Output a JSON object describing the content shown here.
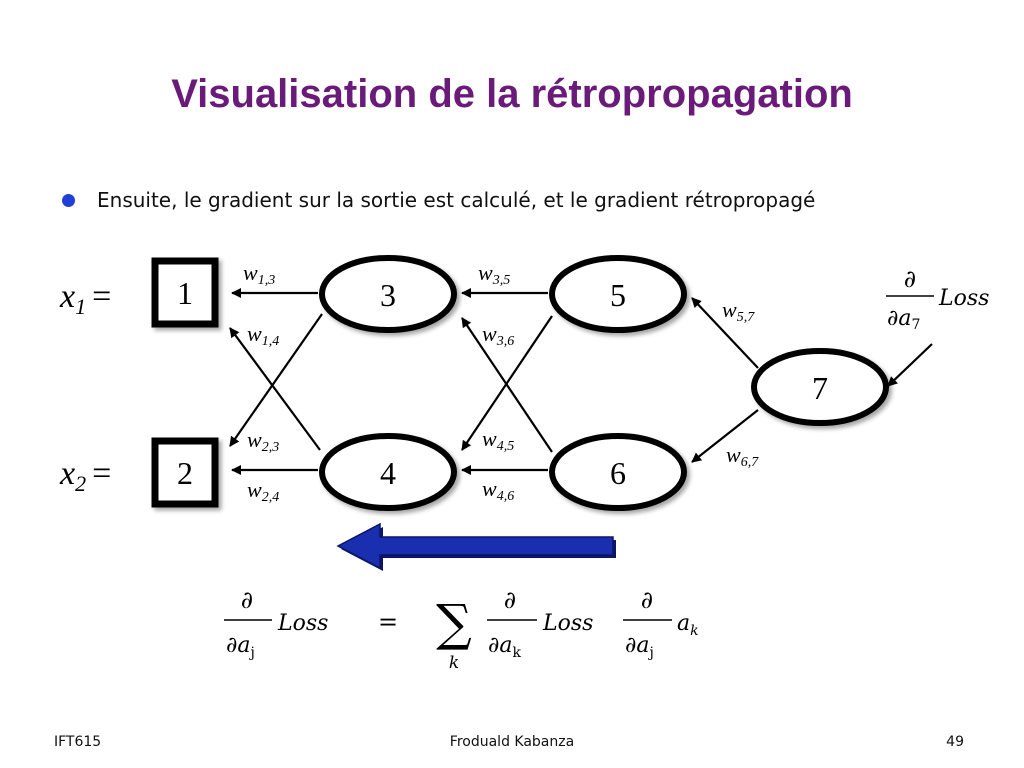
{
  "slide": {
    "title": "Visualisation de la rétropropagation",
    "bullet": "Ensuite, le gradient sur la sortie est calculé, et le gradient rétropropagé"
  },
  "diagram": {
    "inputs": [
      {
        "var": "x",
        "sub": "1",
        "eq": "=",
        "value": "1"
      },
      {
        "var": "x",
        "sub": "2",
        "eq": "=",
        "value": "2"
      }
    ],
    "nodes": [
      "3",
      "4",
      "5",
      "6",
      "7"
    ],
    "weights": [
      {
        "w": "w",
        "sub": "1,3"
      },
      {
        "w": "w",
        "sub": "1,4"
      },
      {
        "w": "w",
        "sub": "2,3"
      },
      {
        "w": "w",
        "sub": "2,4"
      },
      {
        "w": "w",
        "sub": "3,5"
      },
      {
        "w": "w",
        "sub": "3,6"
      },
      {
        "w": "w",
        "sub": "4,5"
      },
      {
        "w": "w",
        "sub": "4,6"
      },
      {
        "w": "w",
        "sub": "5,7"
      },
      {
        "w": "w",
        "sub": "6,7"
      }
    ],
    "output_gradient": {
      "num": "∂",
      "den": "∂a",
      "den_sub": "7",
      "loss": "Loss"
    },
    "colors": {
      "arrow_fill": "#1a2eb0",
      "arrow_edge": "#0d1566",
      "title": "#6a1b7a",
      "bullet": "#1f3fd6"
    }
  },
  "formula": {
    "num": "∂",
    "lhs_den": "∂a",
    "lhs_den_sub": "j",
    "loss": "Loss",
    "equals": "=",
    "sum": "∑",
    "sum_sub": "k",
    "mid_den": "∂a",
    "mid_den_sub": "k",
    "rhs_den": "∂a",
    "rhs_den_sub": "j",
    "a": "a",
    "a_sub": "k"
  },
  "footer": {
    "left": "IFT615",
    "center": "Froduald Kabanza",
    "right": "49"
  }
}
